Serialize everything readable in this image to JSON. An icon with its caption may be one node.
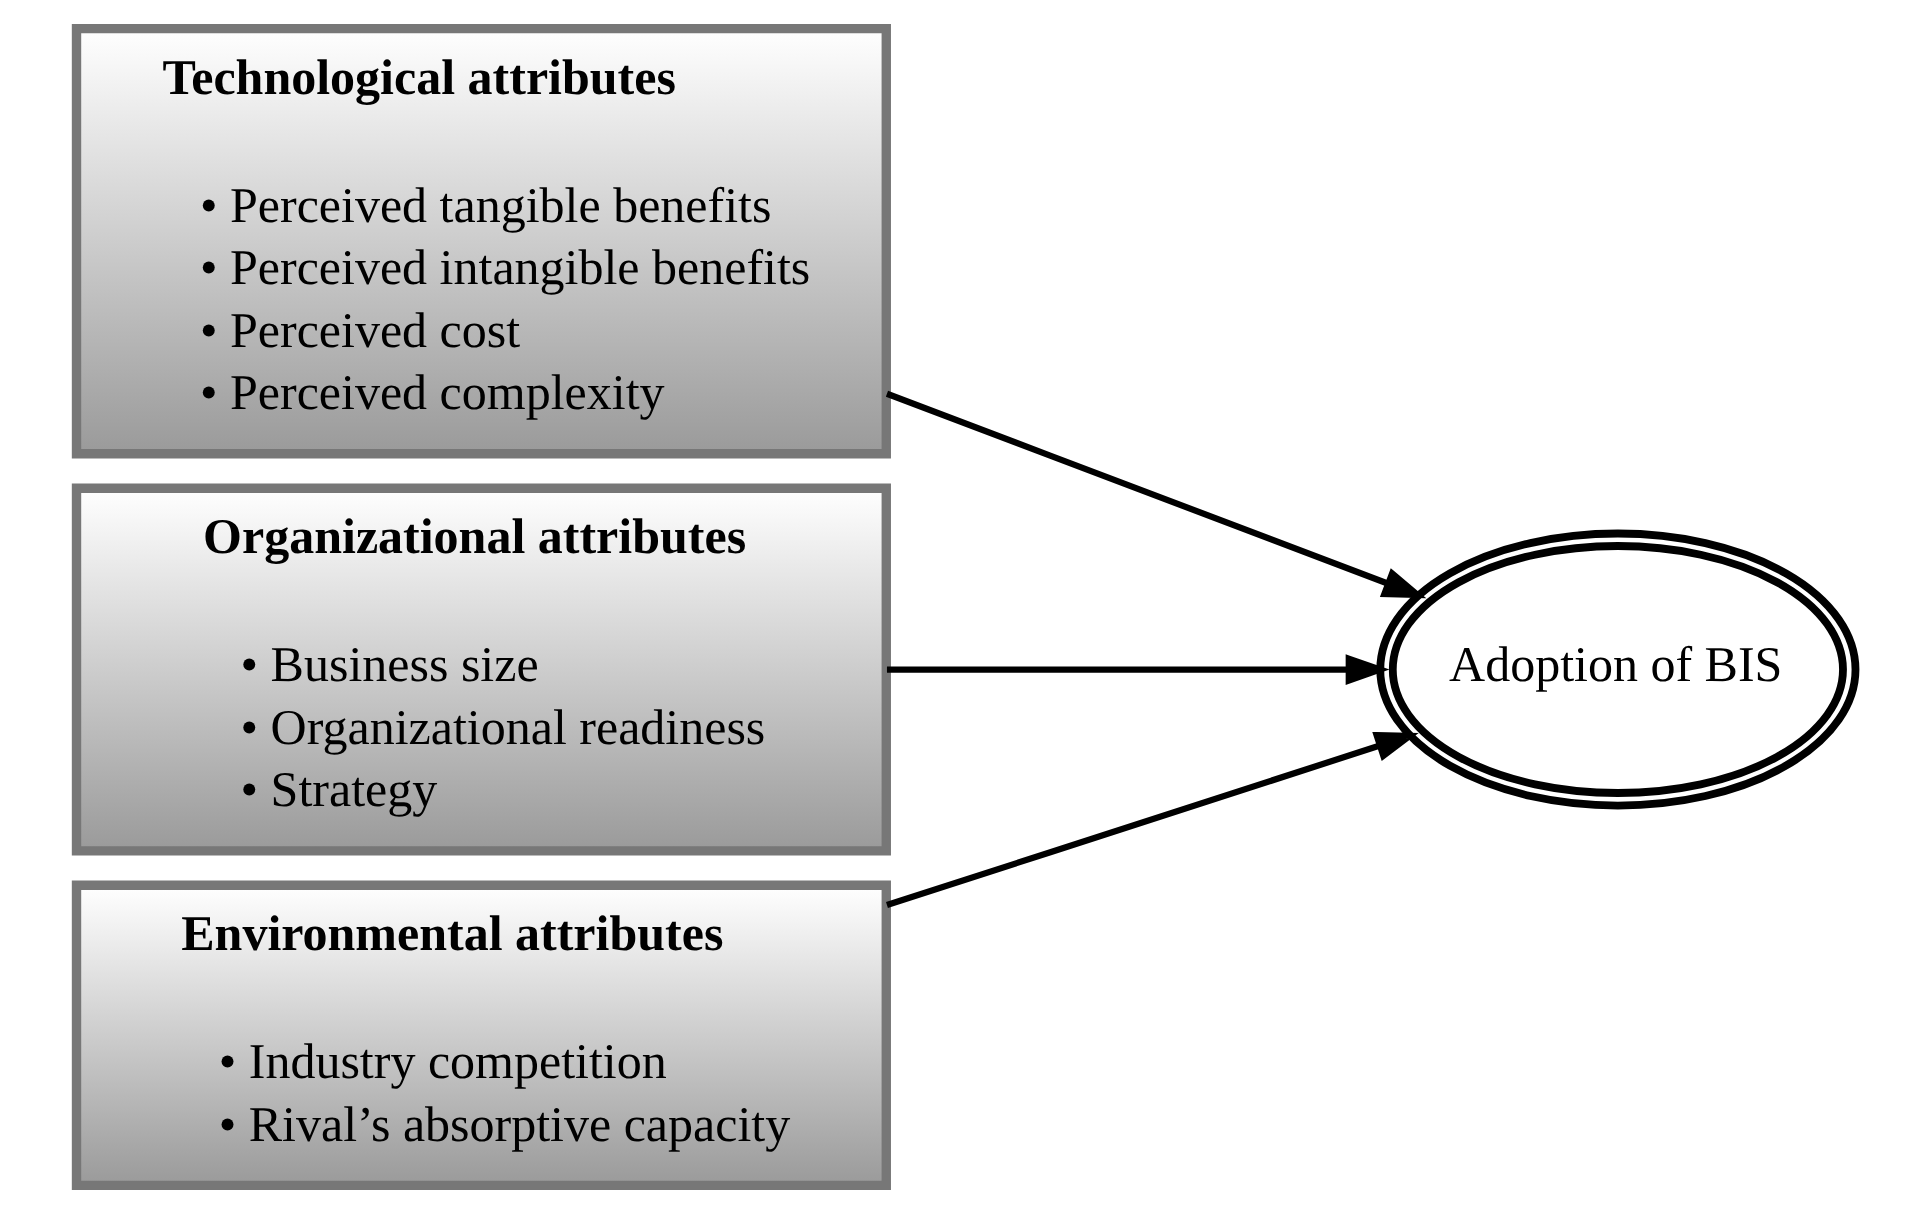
{
  "diagram": {
    "nodes": [
      {
        "text": [
          "Technological attributes",
          "• Perceived tangible benefits",
          "• Perceived intangible benefits",
          "• Perceived cost",
          "• Perceived complexity"
        ]
      },
      {
        "text": [
          "Organizational attributes",
          "• Business size",
          "• Organizational readiness",
          "• Strategy"
        ]
      },
      {
        "text": [
          "Environmental attributes",
          "• Industry competition",
          "• Rival’s absorptive capacity"
        ]
      },
      {
        "text": [
          "Adoption of BIS"
        ]
      }
    ],
    "edges": [
      {
        "from": 0,
        "to": 3,
        "arrow": "to"
      },
      {
        "from": 1,
        "to": 3,
        "arrow": "to"
      },
      {
        "from": 2,
        "to": 3,
        "arrow": "to"
      }
    ]
  }
}
